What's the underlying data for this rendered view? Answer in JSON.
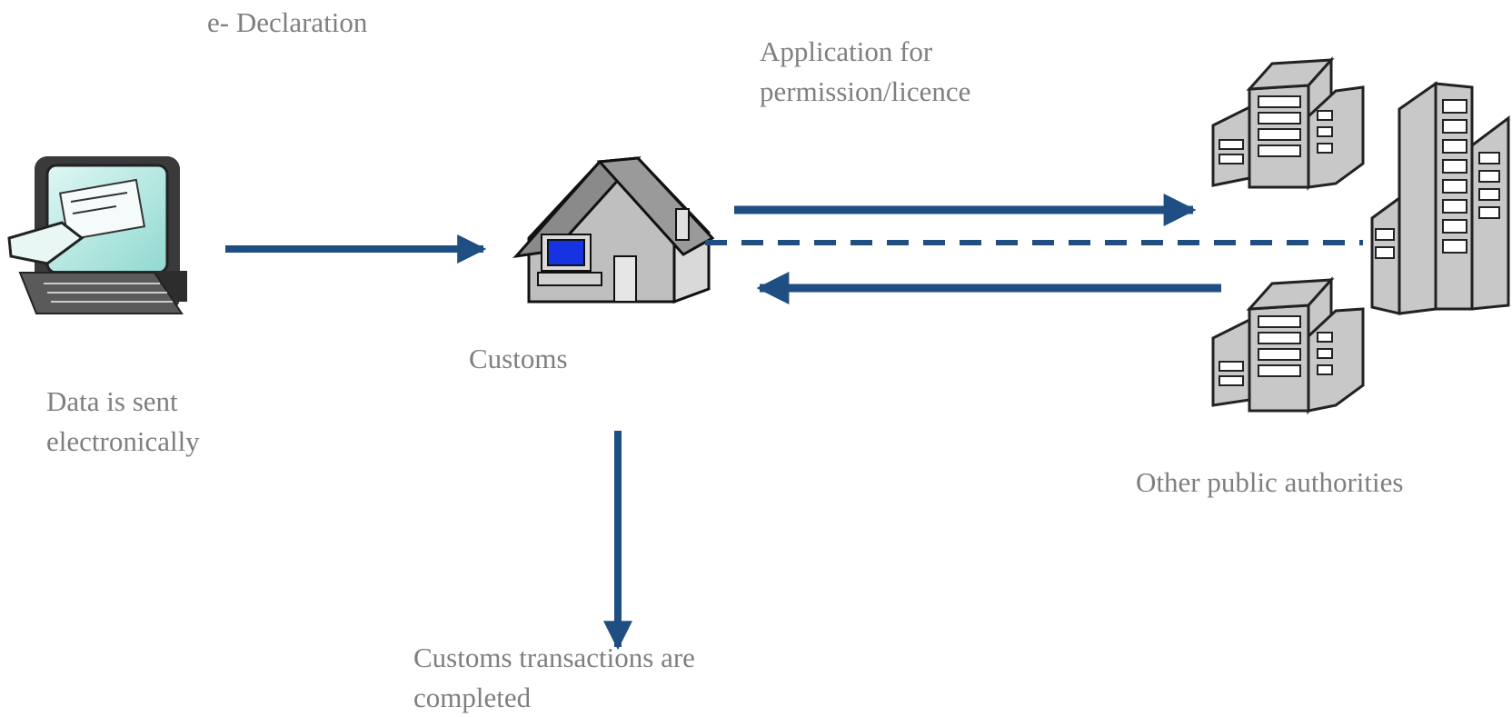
{
  "labels": {
    "e_declaration": "e- Declaration",
    "application_line1": "Application for",
    "application_line2": "permission/licence",
    "customs": "Customs",
    "data_sent_line1": "Data is sent",
    "data_sent_line2": "electronically",
    "other_authorities": "Other public authorities",
    "completed_line1": "Customs transactions are",
    "completed_line2": "completed"
  },
  "icons": {
    "computer": "computer-card-icon",
    "customs_house": "customs-house-icon",
    "buildings": "office-buildings-icon"
  },
  "colors": {
    "arrow": "#1f4e82",
    "text": "#7f7f7f",
    "screen": "#1533e0"
  }
}
